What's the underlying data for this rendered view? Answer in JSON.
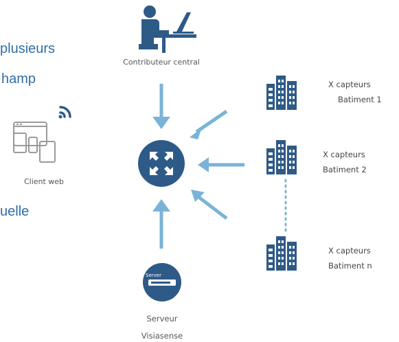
{
  "fragments": {
    "line1": "plusieurs",
    "line2": "hamp",
    "line3": "uelle"
  },
  "nodes": {
    "controller": {
      "label": "Contributeur central",
      "icon": "person-laptop-icon"
    },
    "client": {
      "label": "Client web",
      "icon": "devices-icon"
    },
    "hub": {
      "icon": "router-icon"
    },
    "server": {
      "badge": "Server",
      "label_line1": "Serveur",
      "label_line2": "Visiasense",
      "icon": "server-icon"
    },
    "buildings": [
      {
        "line1": "X capteurs",
        "line2": "Batiment 1",
        "icon": "building-icon"
      },
      {
        "line1": "X capteurs",
        "line2": "Batiment 2",
        "icon": "building-icon"
      },
      {
        "line1": "X capteurs",
        "line2": "Batiment n",
        "icon": "building-icon"
      }
    ]
  },
  "colors": {
    "primary": "#2e5a87",
    "arrow": "#7ab3d8",
    "text_blue": "#2f6ea6",
    "gray_icon": "#9a9a9a"
  }
}
